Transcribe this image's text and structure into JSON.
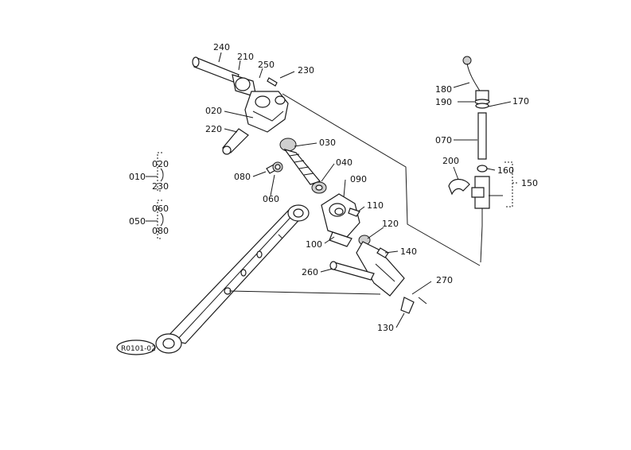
{
  "diagram_id": "R0101-02",
  "callouts": {
    "c240": "240",
    "c210": "210",
    "c250": "250",
    "c230": "230",
    "c020": "020",
    "c220": "220",
    "c030": "030",
    "c040": "040",
    "c080": "080",
    "c060": "060",
    "c090": "090",
    "c110": "110",
    "c100": "100",
    "c120": "120",
    "c140": "140",
    "c260": "260",
    "c270": "270",
    "c130": "130",
    "c180": "180",
    "c190": "190",
    "c170": "170",
    "c070": "070",
    "c200": "200",
    "c160": "160",
    "c150": "150"
  },
  "assemblies": {
    "a010": {
      "label": "010",
      "items": [
        "020",
        "230"
      ]
    },
    "a050": {
      "label": "050",
      "items": [
        "060",
        "080"
      ]
    }
  },
  "colors": {
    "line": "#1a1a1a",
    "fill": "#ffffff",
    "shade": "#cfcfcf"
  }
}
